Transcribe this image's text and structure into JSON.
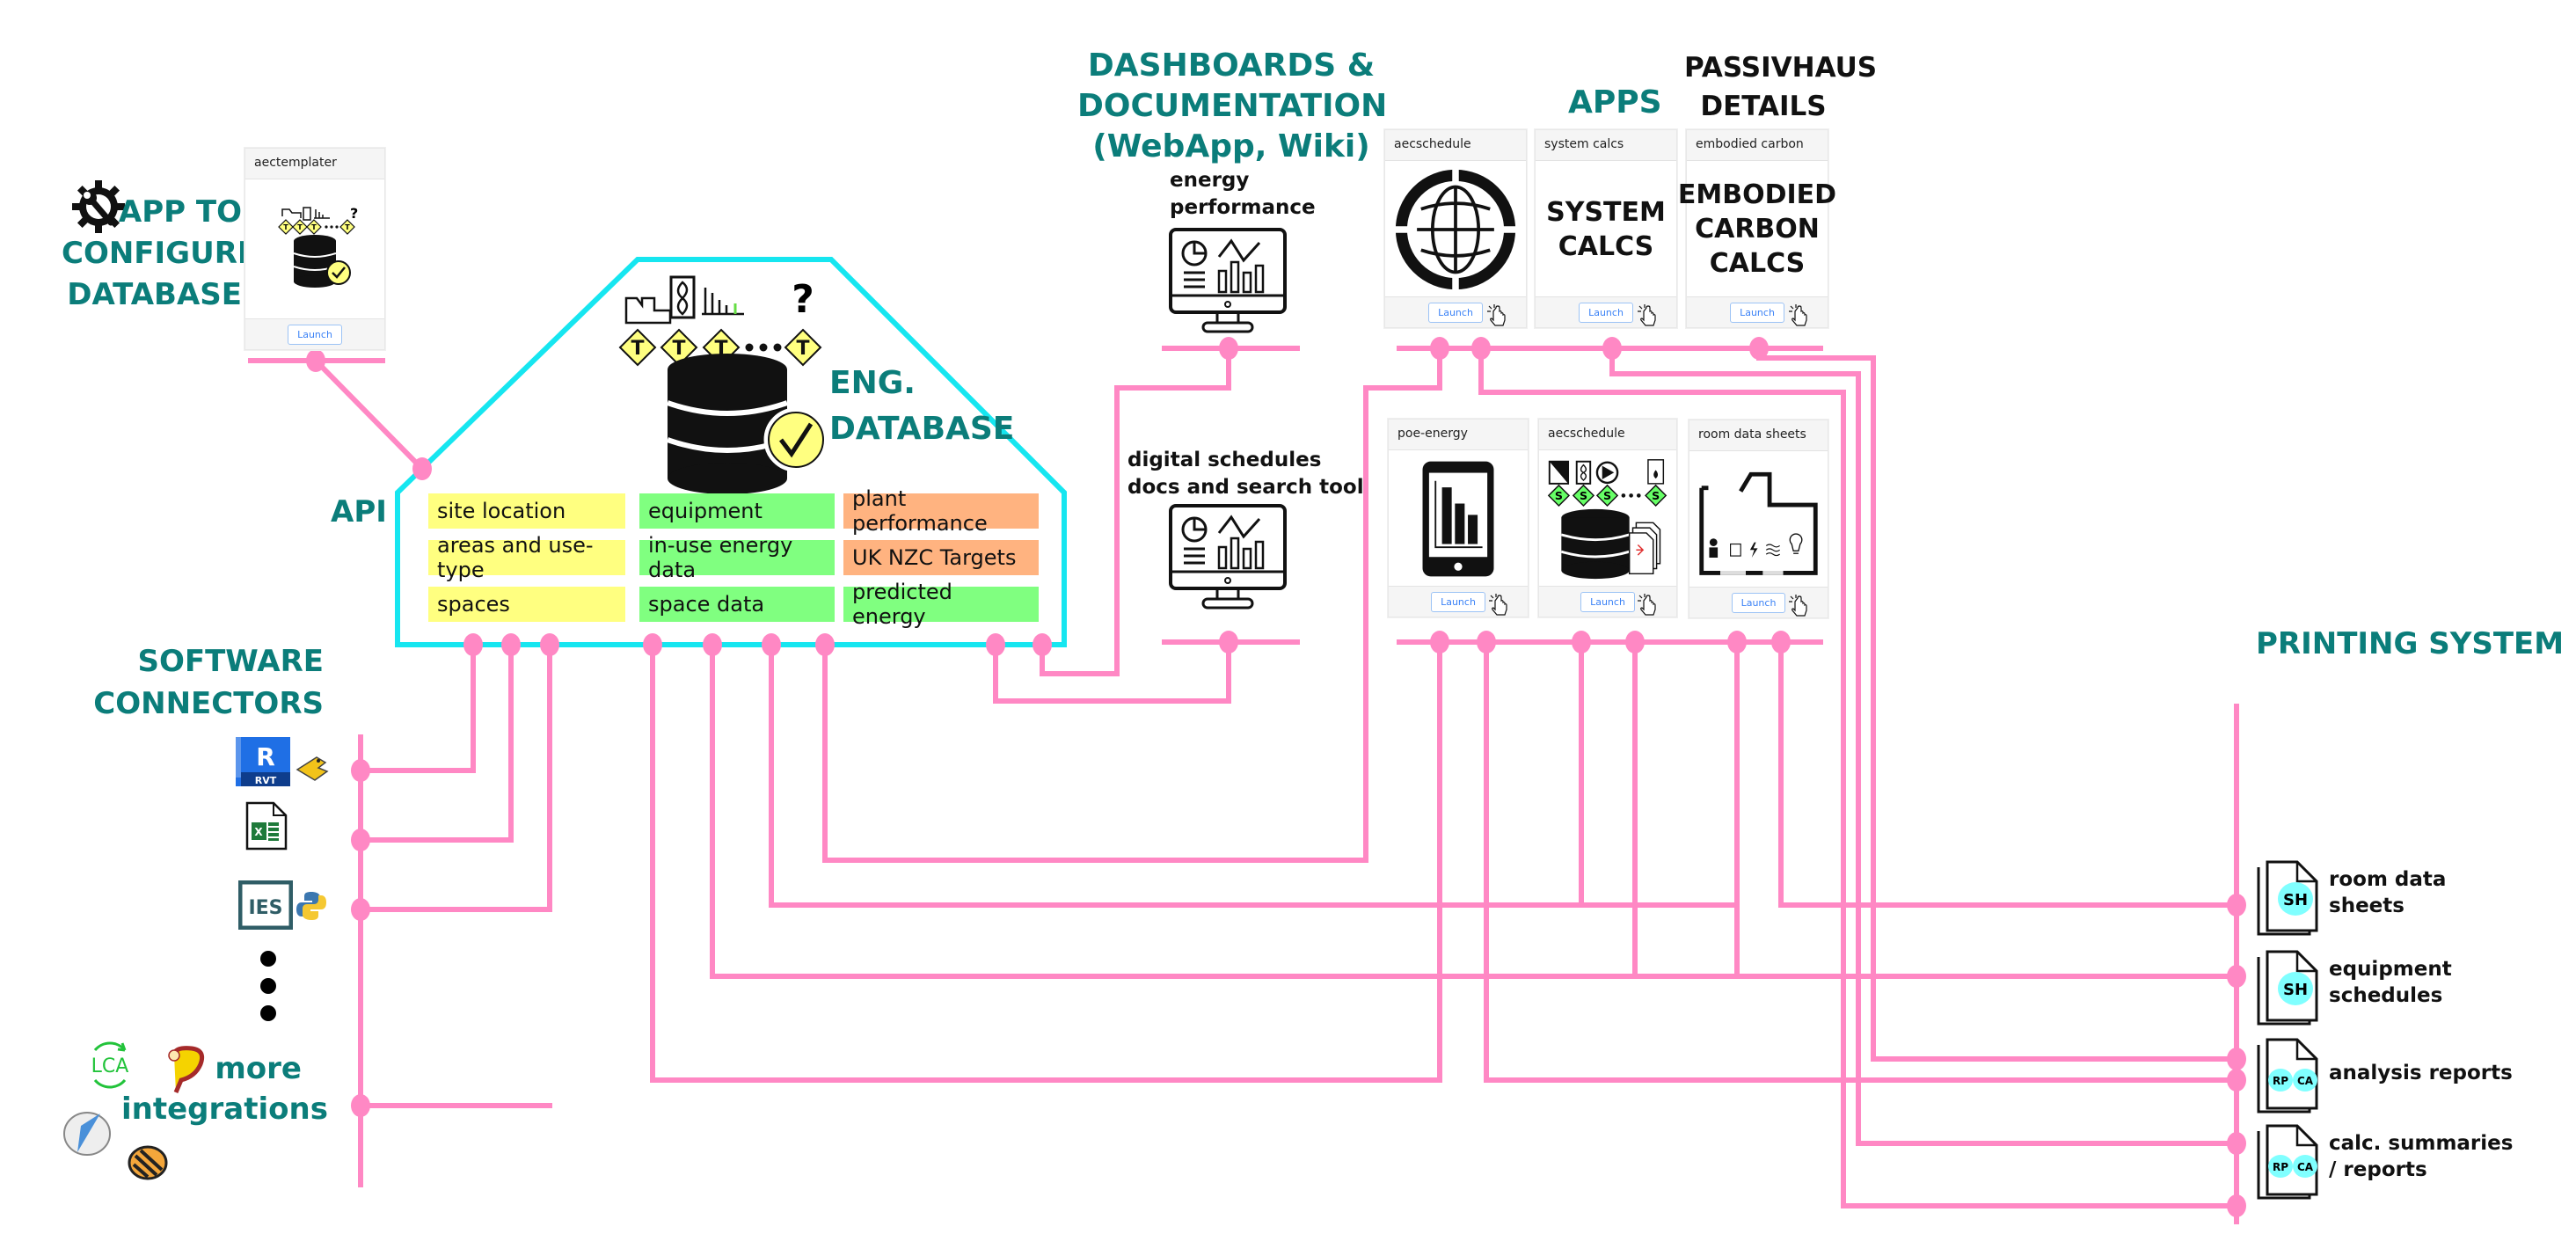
{
  "headings": {
    "app_to_configure": [
      "APP TO",
      "CONFIGURE",
      "DATABASE"
    ],
    "api": "API",
    "eng_database": [
      "ENG.",
      "DATABASE"
    ],
    "software_connectors": [
      "SOFTWARE",
      "CONNECTORS"
    ],
    "dashboards": [
      "DASHBOARDS &",
      "DOCUMENTATION",
      "(WebApp, Wiki)"
    ],
    "apps": "APPS",
    "passivhaus": [
      "PASSIVHAUS",
      "DETAILS ..."
    ],
    "printing_system": "PRINTING SYSTEM",
    "more_integrations": [
      "more",
      "integrations"
    ]
  },
  "colors": {
    "teal": "#0b7d7a",
    "wire_pink": "#ff88c4",
    "db_outline_cyan": "#16e6f0",
    "tile_yellow": "#ffff80",
    "tile_green": "#80ff80",
    "tile_orange": "#ffb380",
    "badge_cyan": "#80ffff",
    "tag_yellow": "#ffff80",
    "tag_green": "#66ff66"
  },
  "database": {
    "tag_letter": "T",
    "question_mark": "?",
    "tiles": [
      {
        "label": "site location",
        "color": "yellow"
      },
      {
        "label": "equipment",
        "color": "green"
      },
      {
        "label": "plant performance",
        "color": "orange"
      },
      {
        "label": "areas and use-type",
        "color": "yellow"
      },
      {
        "label": "in-use energy data",
        "color": "green"
      },
      {
        "label": "UK NZC Targets",
        "color": "orange"
      },
      {
        "label": "spaces",
        "color": "yellow"
      },
      {
        "label": "space data",
        "color": "green"
      },
      {
        "label": "predicted energy",
        "color": "green"
      }
    ]
  },
  "configure_app": {
    "title": "aectemplater",
    "launch_label": "Launch"
  },
  "dashboards": [
    {
      "label": [
        "energy",
        "performance"
      ],
      "icon": "monitor-dashboard-icon"
    },
    {
      "label": [
        "digital schedules",
        "docs and search tool"
      ],
      "icon": "monitor-dashboard-icon"
    }
  ],
  "apps_row1": [
    {
      "title": "aecschedule",
      "content": "globe-icon",
      "launch_label": "Launch"
    },
    {
      "title": "system calcs",
      "content_text": [
        "SYSTEM",
        "CALCS"
      ],
      "launch_label": "Launch"
    },
    {
      "title": "embodied carbon",
      "content_text": [
        "EMBODIED",
        "CARBON",
        "CALCS"
      ],
      "launch_label": "Launch"
    }
  ],
  "apps_row2": [
    {
      "title": "poe-energy",
      "content": "tablet-chart-icon",
      "launch_label": "Launch"
    },
    {
      "title": "aecschedule",
      "content": "schedule-database-icon",
      "tag_letter": "S",
      "launch_label": "Launch"
    },
    {
      "title": "room data sheets",
      "content": "floor-plan-icon",
      "launch_label": "Launch"
    }
  ],
  "connectors": [
    {
      "name": "Revit",
      "badge": "RVT",
      "letter": "R",
      "companion": "Rhino.Inside / Grasshopper"
    },
    {
      "name": "Excel",
      "letter": "X"
    },
    {
      "name": "IES",
      "letter": "IES",
      "companion": "Python"
    }
  ],
  "more_integration_icons": [
    "LCA",
    "Ladybug",
    "Radiance",
    "Honeybee"
  ],
  "printing_outputs": [
    {
      "label": [
        "room data",
        "sheets"
      ],
      "badges": [
        "SH"
      ]
    },
    {
      "label": [
        "equipment",
        "schedules"
      ],
      "badges": [
        "SH"
      ]
    },
    {
      "label": [
        "analysis reports"
      ],
      "badges": [
        "RP",
        "CA"
      ]
    },
    {
      "label": [
        "calc. summaries",
        "/ reports"
      ],
      "badges": [
        "RP",
        "CA"
      ]
    }
  ]
}
